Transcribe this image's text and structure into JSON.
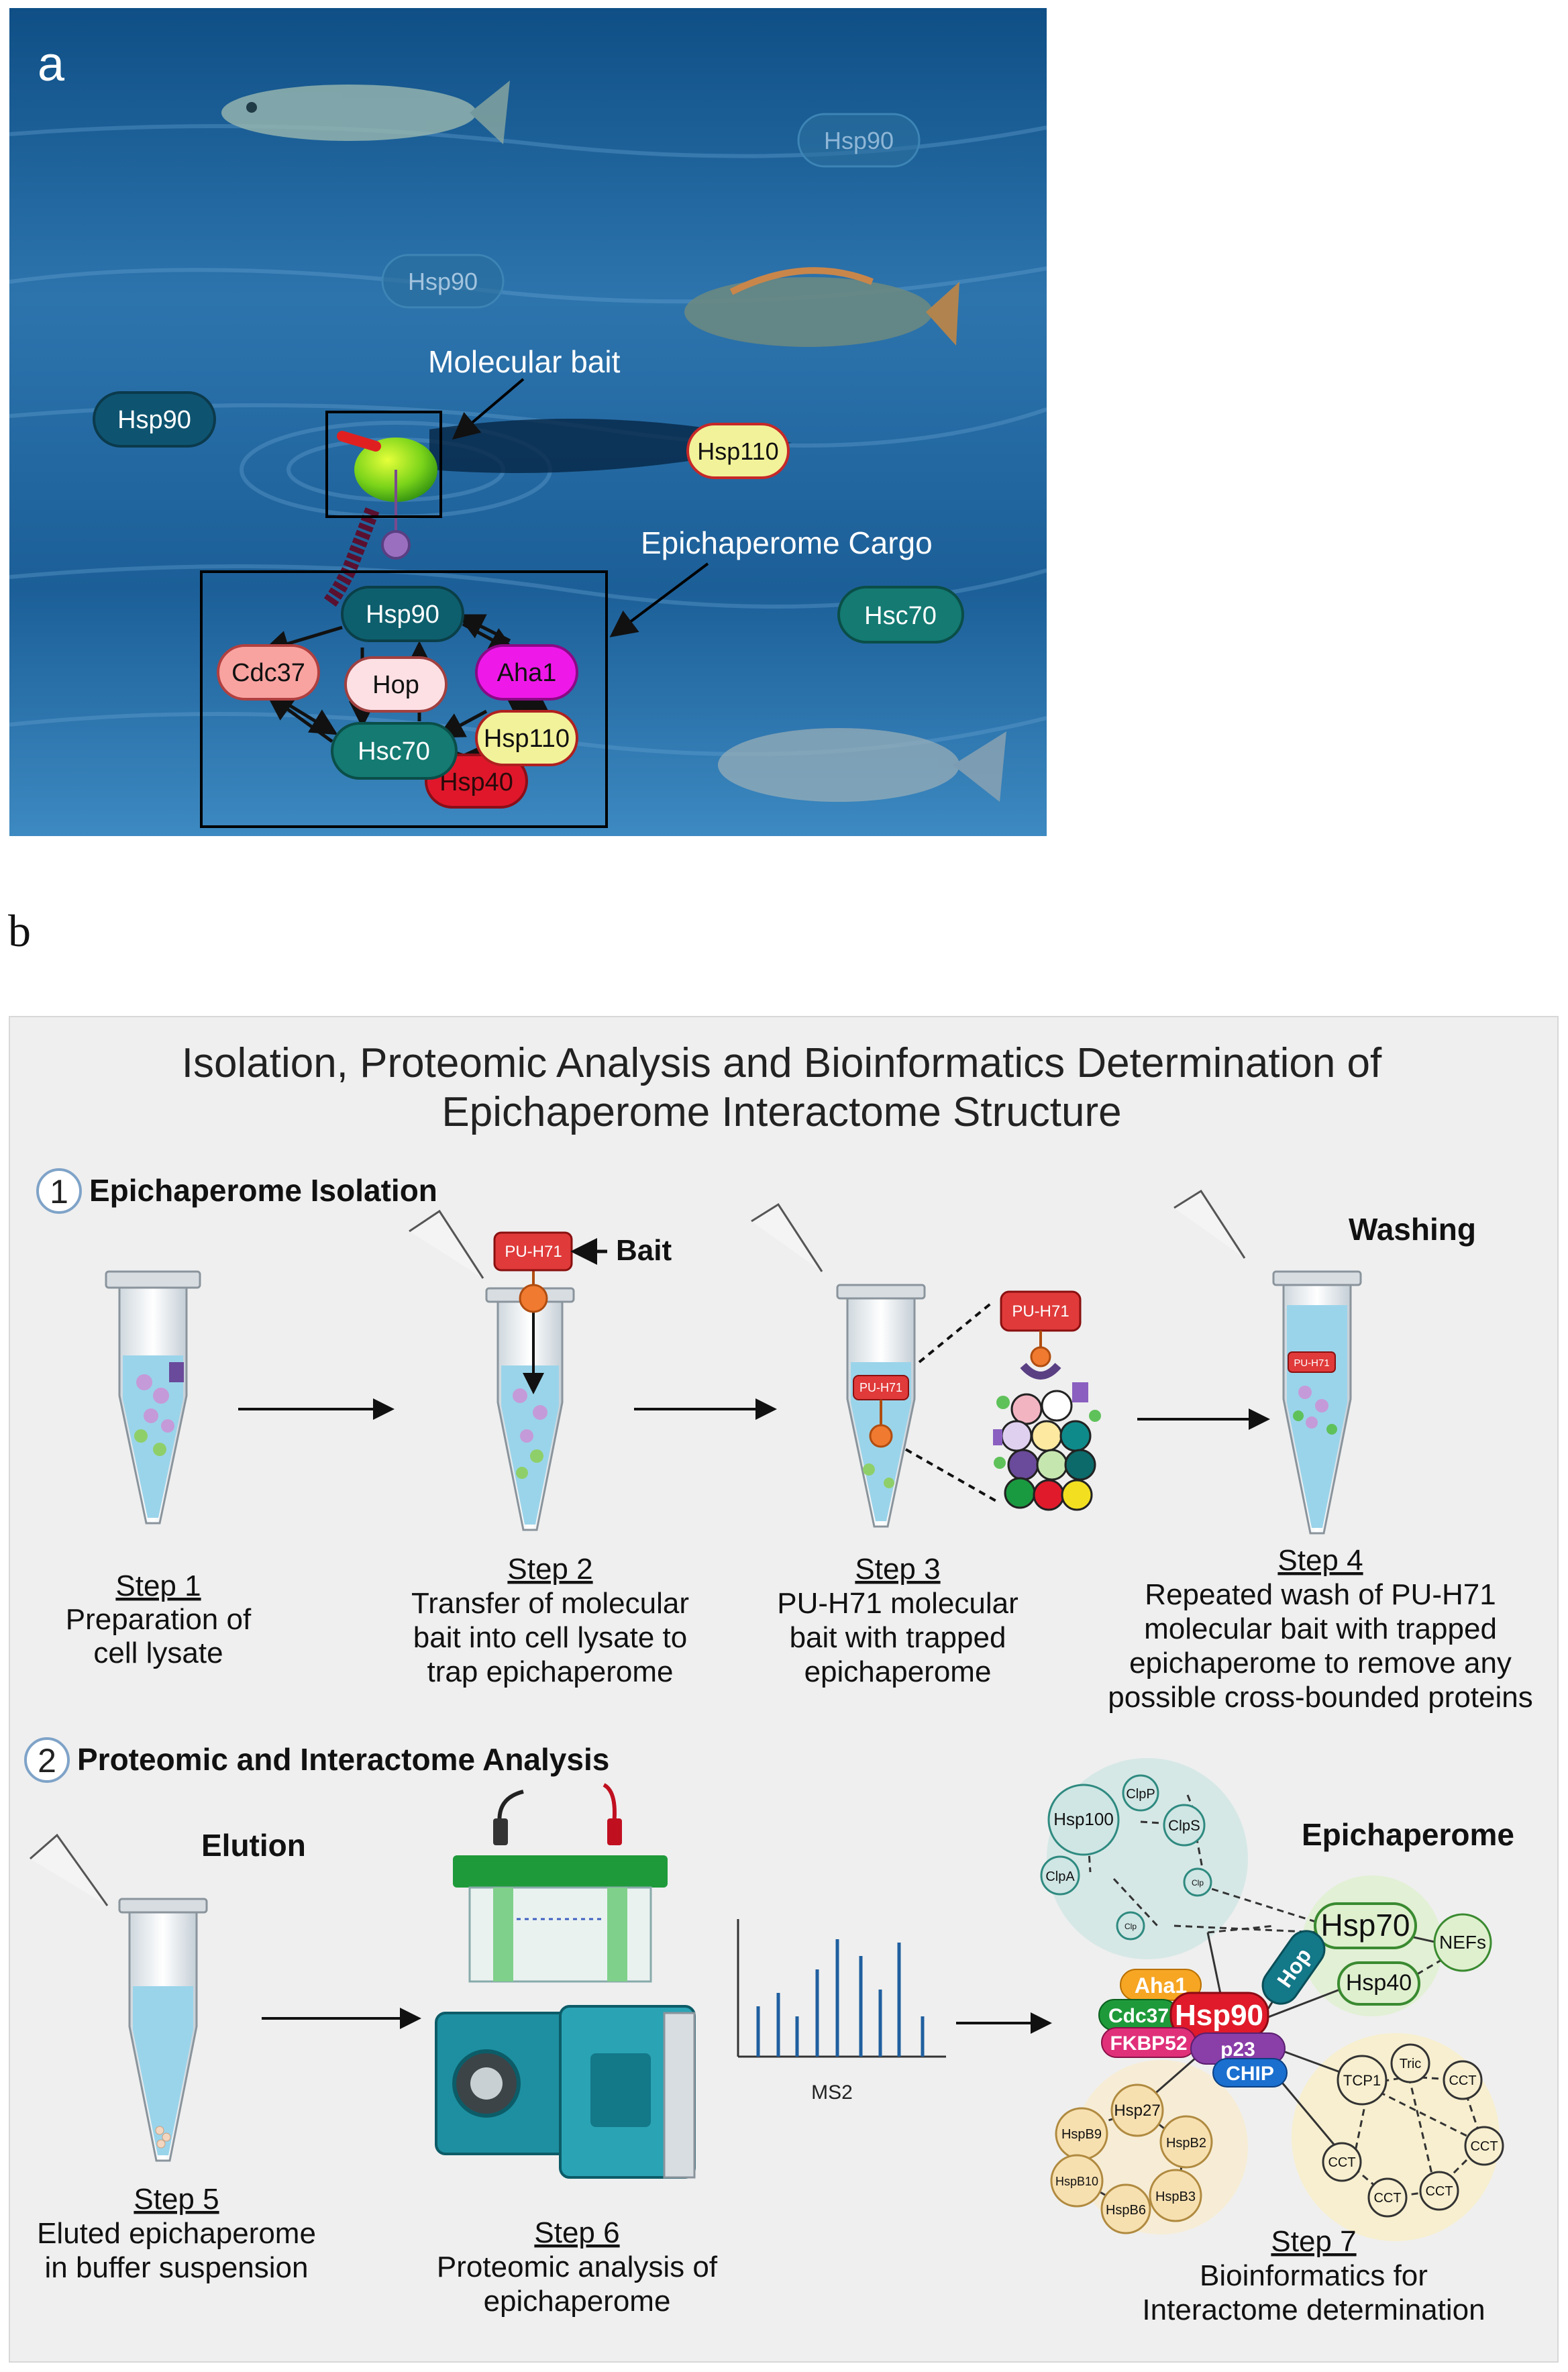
{
  "panel_a": {
    "letter": "a",
    "floating": {
      "hsp90_far": "Hsp90",
      "hsp90_mid": "Hsp90",
      "hsp90_left": "Hsp90",
      "hsp110": "Hsp110",
      "hsc70": "Hsc70"
    },
    "molecular_bait_label": "Molecular bait",
    "cargo_label": "Epichaperome Cargo",
    "complex": {
      "hsp90": "Hsp90",
      "cdc37": "Cdc37",
      "hop": "Hop",
      "aha1": "Aha1",
      "hsc70": "Hsc70",
      "hsp110": "Hsp110",
      "hsp40": "Hsp40"
    },
    "colors": {
      "water_dark": "#0d4a80",
      "water_light": "#3f86bd",
      "teal": "#0f6b6b",
      "cdc37": "#f9a3a0",
      "hop": "#fde0e4",
      "aha1": "#ee19e8",
      "hsp110": "#f2f29a",
      "hsp40": "#e0172b"
    }
  },
  "panel_b": {
    "letter": "b",
    "title_line1": "Isolation, Proteomic Analysis and Bioinformatics Determination of",
    "title_line2": "Epichaperome Interactome Structure",
    "section1": {
      "num": "1",
      "title": "Epichaperome Isolation"
    },
    "section2": {
      "num": "2",
      "title": "Proteomic and Interactome Analysis"
    },
    "bait_tag": "PU-H71",
    "bait_label": "Bait",
    "washing": "Washing",
    "elution": "Elution",
    "epichaperome": "Epichaperome",
    "ms2": "MS2",
    "steps": [
      {
        "title": "Step 1",
        "lines": [
          "Preparation of",
          "cell lysate"
        ]
      },
      {
        "title": "Step 2",
        "lines": [
          "Transfer of molecular",
          "bait into cell lysate to",
          "trap epichaperome"
        ]
      },
      {
        "title": "Step 3",
        "lines": [
          "PU-H71 molecular",
          "bait with trapped",
          "epichaperome"
        ]
      },
      {
        "title": "Step 4",
        "lines": [
          "Repeated wash of PU-H71",
          "molecular bait with trapped",
          "epichaperome to remove any",
          "possible cross-bounded proteins"
        ]
      },
      {
        "title": "Step 5",
        "lines": [
          "Eluted epichaperome",
          "in buffer suspension"
        ]
      },
      {
        "title": "Step 6",
        "lines": [
          "Proteomic analysis of",
          "epichaperome"
        ]
      },
      {
        "title": "Step 7",
        "lines": [
          "Bioinformatics for",
          "Interactome determination"
        ]
      }
    ],
    "network": {
      "hsp100": "Hsp100",
      "clpp": "ClpP",
      "clps": "ClpS",
      "clpa": "ClpA",
      "clp1": "Clp",
      "clp2": "Clp",
      "hsp70": "Hsp70",
      "nefs": "NEFs",
      "hsp40": "Hsp40",
      "hop": "Hop",
      "aha1": "Aha1",
      "cdc37": "Cdc37",
      "hsp90": "Hsp90",
      "fkbp52": "FKBP52",
      "p23": "p23",
      "chip": "CHIP",
      "hsp27": "Hsp27",
      "hspb9": "HspB9",
      "hspb2": "HspB2",
      "hspb10": "HspB10",
      "hspb3": "HspB3",
      "hspb6": "HspB6",
      "tcp1": "TCP1",
      "tric": "Tric",
      "cct1": "CCT",
      "cct2": "CCT",
      "cct3": "CCT",
      "cct4": "CCT",
      "cct5": "CCT"
    }
  }
}
